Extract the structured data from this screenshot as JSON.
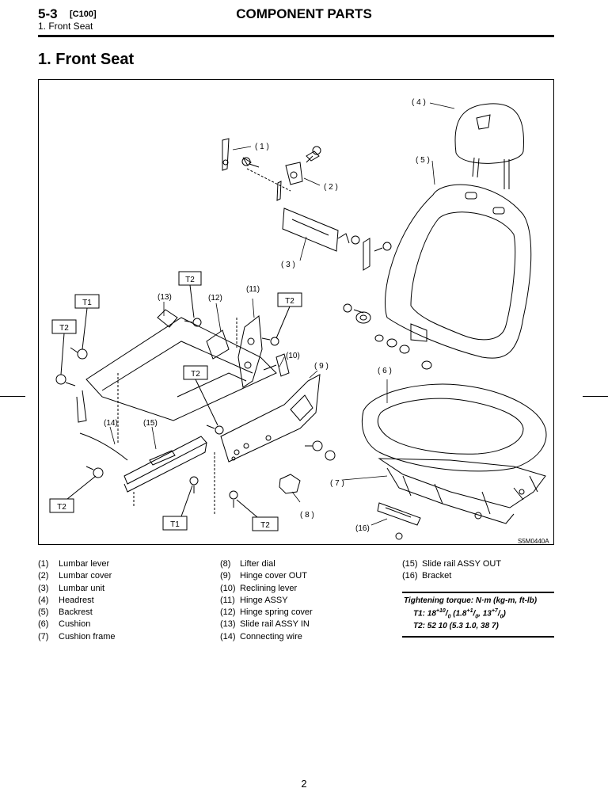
{
  "header": {
    "section": "5-3",
    "code": "[C100]",
    "subtitle": "1.  Front Seat",
    "title": "COMPONENT PARTS"
  },
  "page_heading": "1.  Front Seat",
  "figure": {
    "id": "S5M0440A",
    "callouts": {
      "c1": "( 1 )",
      "c2": "( 2 )",
      "c3": "( 3 )",
      "c4": "( 4 )",
      "c5": "( 5 )",
      "c6": "( 6 )",
      "c7": "( 7 )",
      "c8": "( 8 )",
      "c9": "( 9 )",
      "c10": "(10)",
      "c11": "(11)",
      "c12": "(12)",
      "c13": "(13)",
      "c14": "(14)",
      "c15": "(15)",
      "c16": "(16)"
    },
    "torque_tags": {
      "t1": "T1",
      "t2": "T2"
    }
  },
  "legend": {
    "col1": [
      {
        "num": "(1)",
        "name": "Lumbar lever"
      },
      {
        "num": "(2)",
        "name": "Lumbar cover"
      },
      {
        "num": "(3)",
        "name": "Lumbar unit"
      },
      {
        "num": "(4)",
        "name": "Headrest"
      },
      {
        "num": "(5)",
        "name": "Backrest"
      },
      {
        "num": "(6)",
        "name": "Cushion"
      },
      {
        "num": "(7)",
        "name": "Cushion frame"
      }
    ],
    "col2": [
      {
        "num": "(8)",
        "name": "Lifter dial"
      },
      {
        "num": "(9)",
        "name": "Hinge cover OUT"
      },
      {
        "num": "(10)",
        "name": "Reclining lever"
      },
      {
        "num": "(11)",
        "name": "Hinge ASSY"
      },
      {
        "num": "(12)",
        "name": "Hinge spring cover"
      },
      {
        "num": "(13)",
        "name": "Slide rail ASSY IN"
      },
      {
        "num": "(14)",
        "name": "Connecting wire"
      }
    ],
    "col3": [
      {
        "num": "(15)",
        "name": "Slide rail ASSY OUT"
      },
      {
        "num": "(16)",
        "name": "Bracket"
      }
    ]
  },
  "torque": {
    "title": "Tightening torque: N·m (kg-m, ft-lb)",
    "t1": {
      "label": "T1: 18",
      "sup1": "+10",
      "sub1": "0",
      "mid1": " (1.8",
      "sup2": "+1",
      "sub2": "0",
      "mid2": ", 13",
      "sup3": "+7",
      "sub3": "0",
      "end": ")"
    },
    "t2": "T2: 52  10 (5.3  1.0, 38  7)"
  },
  "page_number": "2"
}
